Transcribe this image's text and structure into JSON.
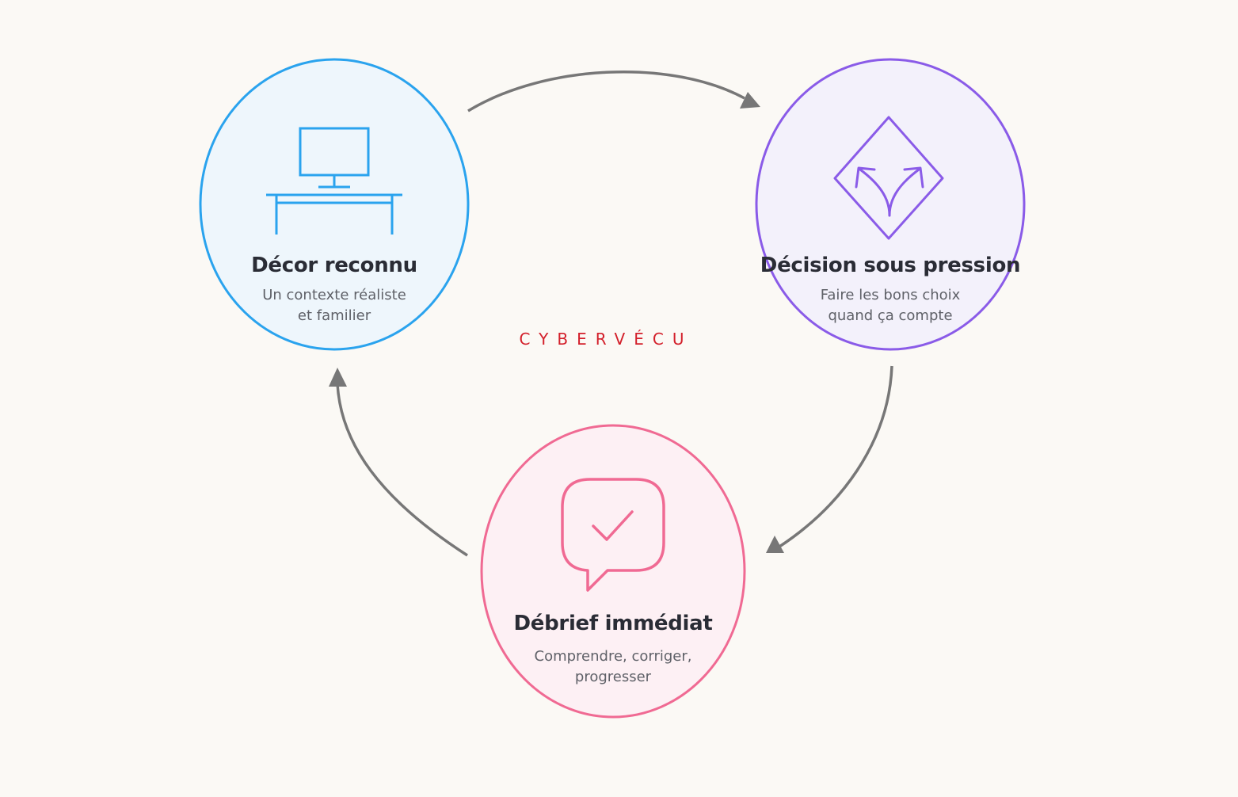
{
  "brand": "CYBERVÉCU",
  "nodes": [
    {
      "id": "decor",
      "title": "Décor reconnu",
      "subtitle_line1": "Un contexte réaliste",
      "subtitle_line2": "et familier",
      "icon": "desk-monitor-icon",
      "color": "#2aa3ee",
      "fill": "#eef6fc"
    },
    {
      "id": "decision",
      "title": "Décision sous pression",
      "subtitle_line1": "Faire les bons choix",
      "subtitle_line2": "quand ça compte",
      "icon": "diamond-split-arrows-icon",
      "color": "#8a5be8",
      "fill": "#f3f1fb"
    },
    {
      "id": "debrief",
      "title": "Débrief immédiat",
      "subtitle_line1": "Comprendre, corriger,",
      "subtitle_line2": "progresser",
      "icon": "speech-bubble-check-icon",
      "color": "#f06a93",
      "fill": "#fdf0f4"
    }
  ],
  "arrows": [
    {
      "from": "decor",
      "to": "decision"
    },
    {
      "from": "decision",
      "to": "debrief"
    },
    {
      "from": "debrief",
      "to": "decor"
    }
  ],
  "arrow_color": "#777777"
}
